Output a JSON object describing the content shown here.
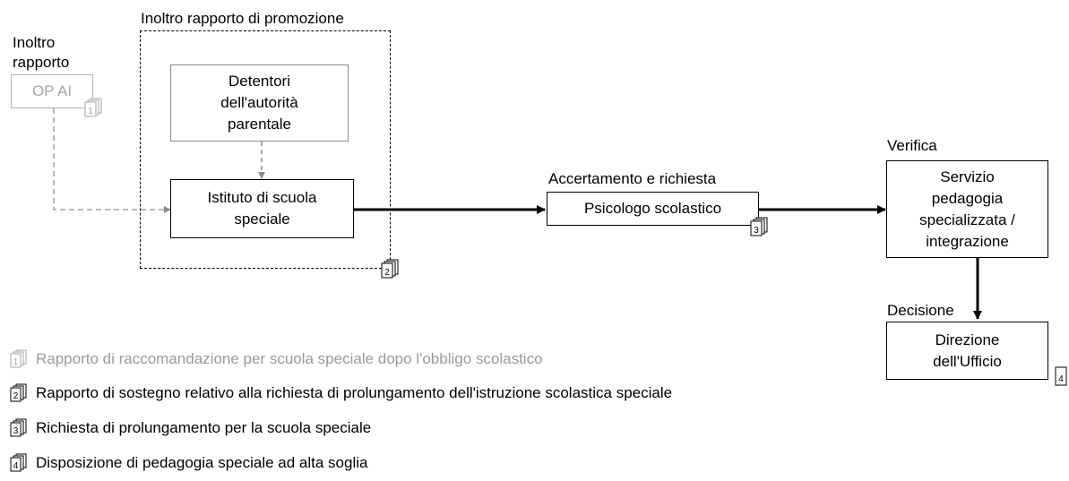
{
  "labels": {
    "report_forward": "Inoltro rapporto",
    "promotion_report": "Inoltro rapporto di promozione",
    "verification": "Verifica",
    "assessment_request": "Accertamento e richiesta",
    "decision": "Decisione"
  },
  "nodes": {
    "op_ai": "OP AI",
    "parents": "Detentori\ndell'autorità\nparentale",
    "special_school": "Istituto di scuola\nspeciale",
    "psychologist": "Psicologo scolastico",
    "service": "Servizio\npedagogia\nspecializzata /\nintegrazione",
    "direction": "Direzione\ndell'Ufficio"
  },
  "doc_badges": [
    "1",
    "2",
    "3",
    "4"
  ],
  "legend": [
    {
      "num": "1",
      "text": "Rapporto di raccomandazione per scuola speciale dopo l'obbligo scolastico"
    },
    {
      "num": "2",
      "text": "Rapporto di sostegno relativo alla richiesta di prolungamento dell'istruzione scolastica speciale"
    },
    {
      "num": "3",
      "text": "Richiesta di prolungamento per la scuola speciale"
    },
    {
      "num": "4",
      "text": "Disposizione di pedagogia speciale ad alta soglia"
    }
  ],
  "colors": {
    "faded": "#a6a6a6",
    "grey_line": "#8c8c8c",
    "black": "#000000"
  }
}
